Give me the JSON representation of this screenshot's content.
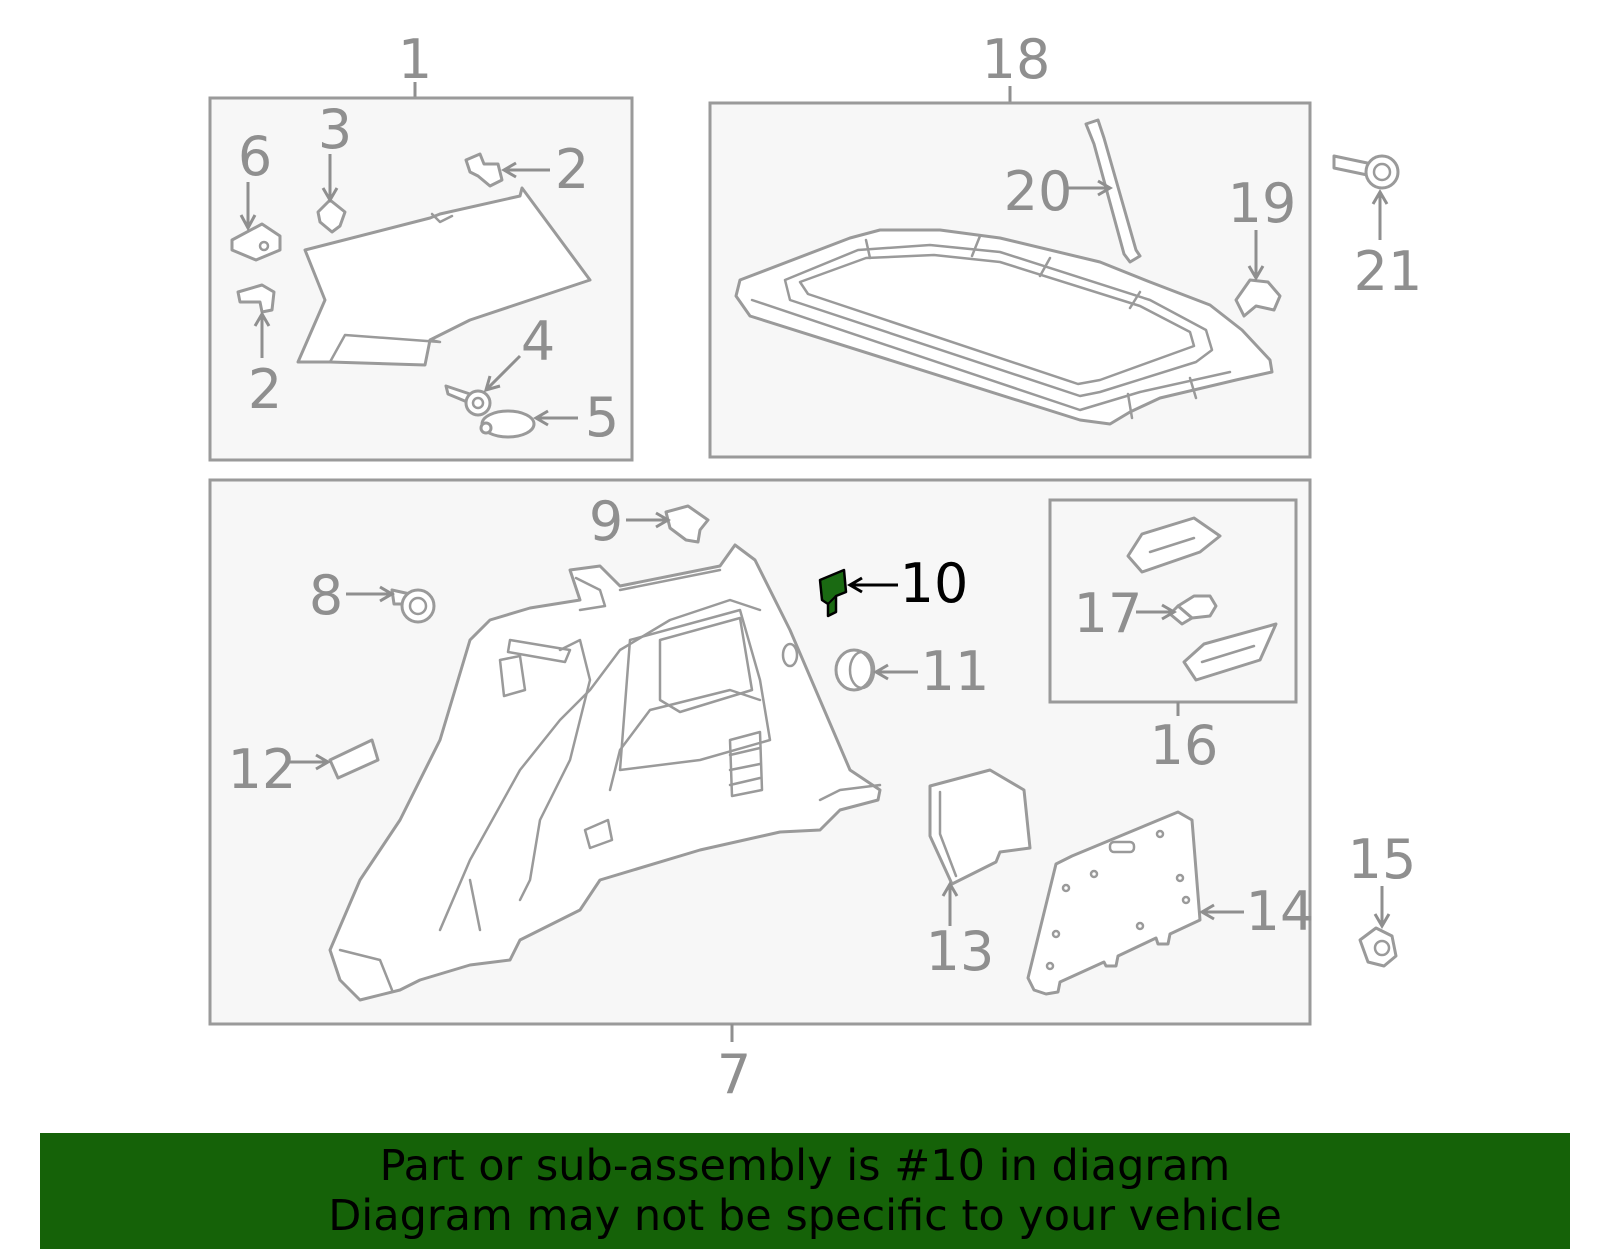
{
  "callouts": {
    "c1": "1",
    "c2a": "2",
    "c2b": "2",
    "c3": "3",
    "c4": "4",
    "c5": "5",
    "c6": "6",
    "c7": "7",
    "c8": "8",
    "c9": "9",
    "c10": "10",
    "c11": "11",
    "c12": "12",
    "c13": "13",
    "c14": "14",
    "c15": "15",
    "c16": "16",
    "c17": "17",
    "c18": "18",
    "c19": "19",
    "c20": "20",
    "c21": "21"
  },
  "highlight": {
    "part_number": "10",
    "color": "#1a6a12"
  },
  "banner": {
    "line1": "Part or sub-assembly is #10 in diagram",
    "line2": "Diagram may not be specific to your vehicle",
    "background": "#156208"
  }
}
